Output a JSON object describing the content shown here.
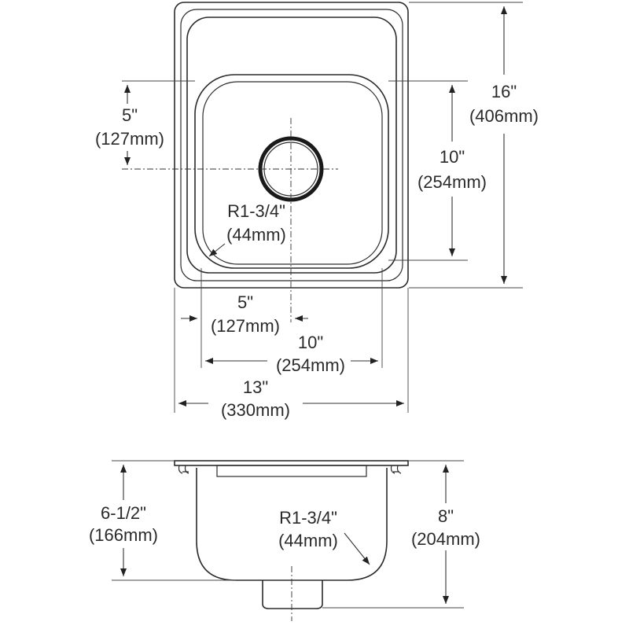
{
  "top_view": {
    "dim_overall_length": {
      "imperial": "16\"",
      "metric": "(406mm)"
    },
    "dim_bowl_length": {
      "imperial": "10\"",
      "metric": "(254mm)"
    },
    "dim_drain_from_back": {
      "imperial": "5\"",
      "metric": "(127mm)"
    },
    "dim_drain_from_side": {
      "imperial": "5\"",
      "metric": "(127mm)"
    },
    "dim_bowl_width": {
      "imperial": "10\"",
      "metric": "(254mm)"
    },
    "dim_overall_width": {
      "imperial": "13\"",
      "metric": "(330mm)"
    },
    "corner_radius": {
      "imperial": "R1-3/4\"",
      "metric": "(44mm)"
    }
  },
  "side_view": {
    "dim_inside_depth": {
      "imperial": "6-1/2\"",
      "metric": "(166mm)"
    },
    "dim_overall_depth": {
      "imperial": "8\"",
      "metric": "(204mm)"
    },
    "corner_radius": {
      "imperial": "R1-3/4\"",
      "metric": "(44mm)"
    }
  }
}
